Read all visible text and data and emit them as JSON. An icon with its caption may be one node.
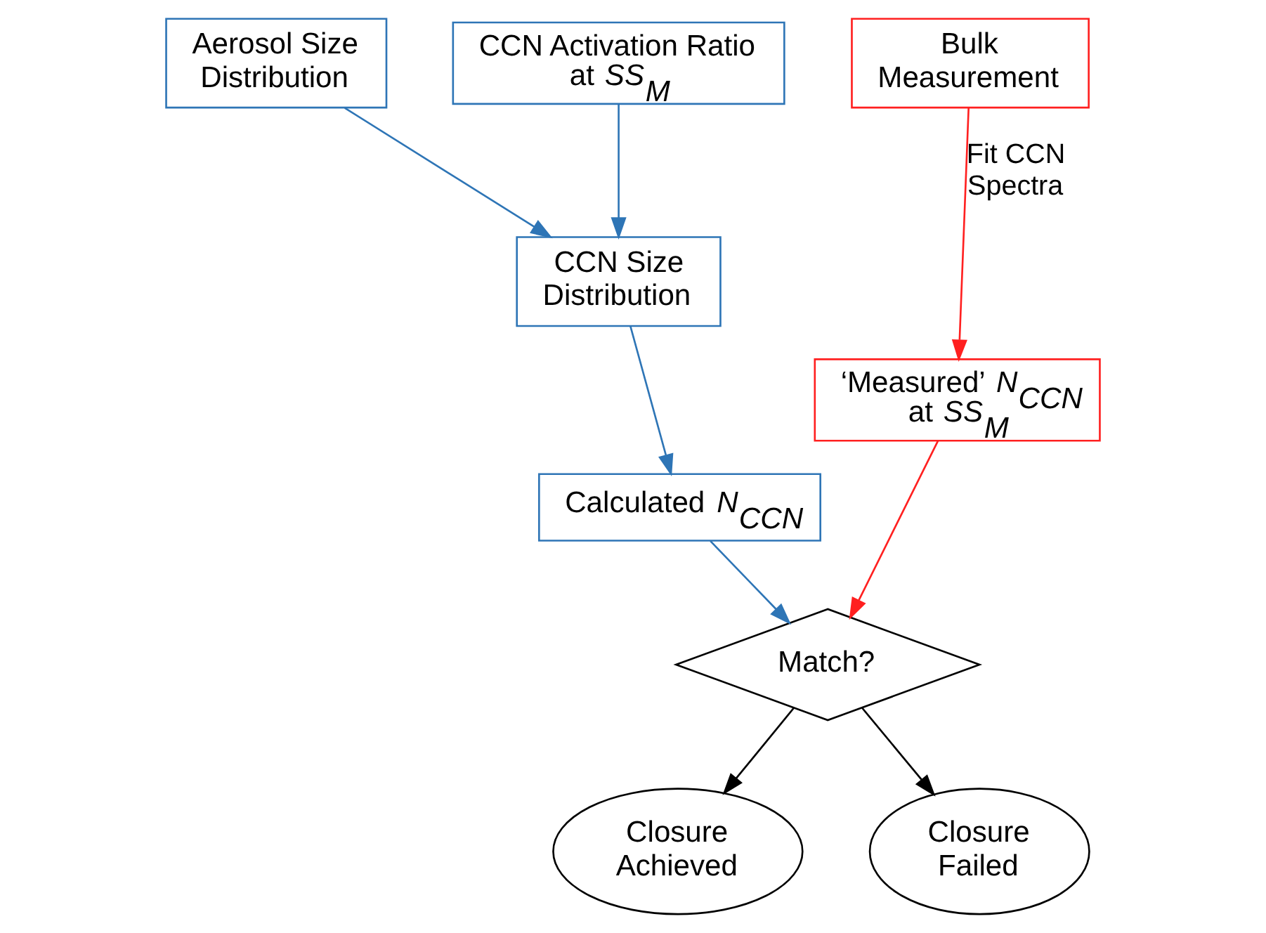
{
  "diagram": {
    "nodes": [
      {
        "text": [
          "Aerosol Size Distribution"
        ]
      },
      {
        "text": [
          "CCN Activation Ratio at *SS*$_{M}$"
        ]
      },
      {
        "text": [
          "Bulk Measurement"
        ]
      },
      {
        "text": [
          "CCN Size Distribution"
        ]
      },
      {
        "text": [
          "Calculated *N*$_{CCN}$"
        ]
      },
      {
        "text": [
          "‘Measured’ *N*$_{CCN}$ at *SS*$_{M}$"
        ]
      },
      {
        "text": [
          "Match?"
        ]
      },
      {
        "text": [
          "Closure Achieved"
        ]
      },
      {
        "text": [
          "Closure Failed"
        ]
      }
    ],
    "edges": [
      {
        "from": 0,
        "to": 3,
        "arrow": "to",
        "color": "#2e75b6"
      },
      {
        "from": 1,
        "to": 3,
        "arrow": "to",
        "color": "#2e75b6"
      },
      {
        "from": 3,
        "to": 4,
        "arrow": "to",
        "color": "#2e75b6"
      },
      {
        "from": 2,
        "to": 5,
        "arrow": "to",
        "label": "Fit CCN Spectra",
        "color": "#ff2020"
      },
      {
        "from": 4,
        "to": 6,
        "arrow": "to",
        "color": "#2e75b6"
      },
      {
        "from": 5,
        "to": 6,
        "arrow": "to",
        "color": "#ff2020"
      },
      {
        "from": 6,
        "to": 7,
        "arrow": "to",
        "color": "#000000"
      },
      {
        "from": 6,
        "to": 8,
        "arrow": "to",
        "color": "#000000"
      }
    ]
  }
}
